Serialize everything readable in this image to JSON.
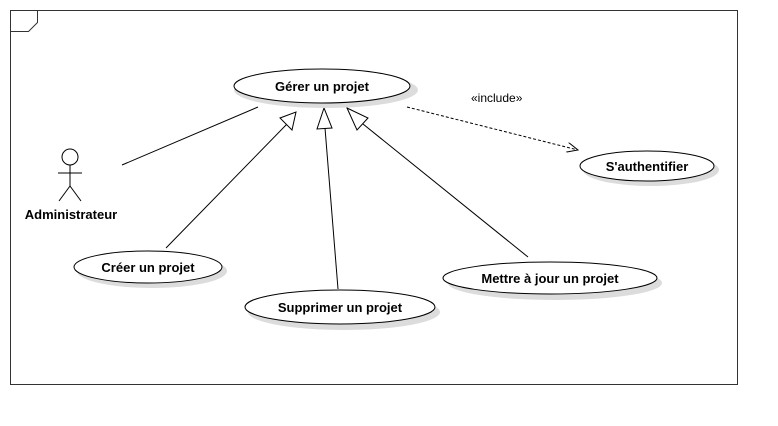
{
  "diagram": {
    "type": "uml-use-case",
    "actor": {
      "name": "Administrateur"
    },
    "use_cases": {
      "gerer": "Gérer un projet",
      "creer": "Créer un projet",
      "supprimer": "Supprimer un projet",
      "mettre_a_jour": "Mettre à jour un projet",
      "authentifier": "S'authentifier"
    },
    "relations": {
      "include_label": "«include»"
    },
    "colors": {
      "line": "#000000",
      "shadow": "#dcdcdc",
      "fill": "#ffffff",
      "frame": "#333333"
    }
  }
}
